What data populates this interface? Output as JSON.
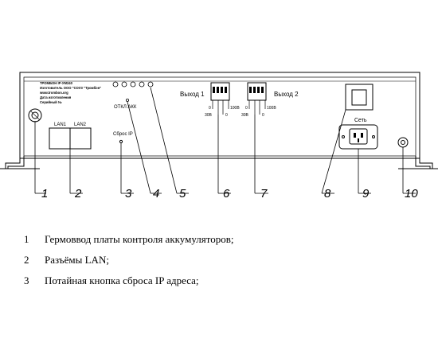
{
  "label_plate": {
    "lines": [
      "ТРОМБОН IP-УМ240",
      "Изготовитель ООО \"СОУЗ \"Тромбон\"",
      "www.trombon.org",
      "Дата изготовления",
      "Серийный №"
    ]
  },
  "lan_labels": [
    "LAN1",
    "LAN2"
  ],
  "reset_label": "Сброс IP",
  "led_label": "ОТКЛ АКК",
  "outputs": [
    {
      "title": "Выход 1",
      "voltage_top": "100В",
      "voltage_zero_top": "0",
      "voltage_bottom": "30В",
      "voltage_zero_bottom": "0"
    },
    {
      "title": "Выход 2",
      "voltage_top": "100В",
      "voltage_zero_top": "0",
      "voltage_bottom": "30В",
      "voltage_zero_bottom": "0"
    }
  ],
  "mains_label": "Сеть",
  "callouts": [
    "1",
    "2",
    "3",
    "4",
    "5",
    "6",
    "7",
    "8",
    "9",
    "10"
  ],
  "legend": [
    {
      "num": "1",
      "text": "Гермоввод платы контроля аккумуляторов;"
    },
    {
      "num": "2",
      "text": "Разъёмы LAN;"
    },
    {
      "num": "3",
      "text": "Потайная кнопка сброса IP адреса;"
    }
  ]
}
